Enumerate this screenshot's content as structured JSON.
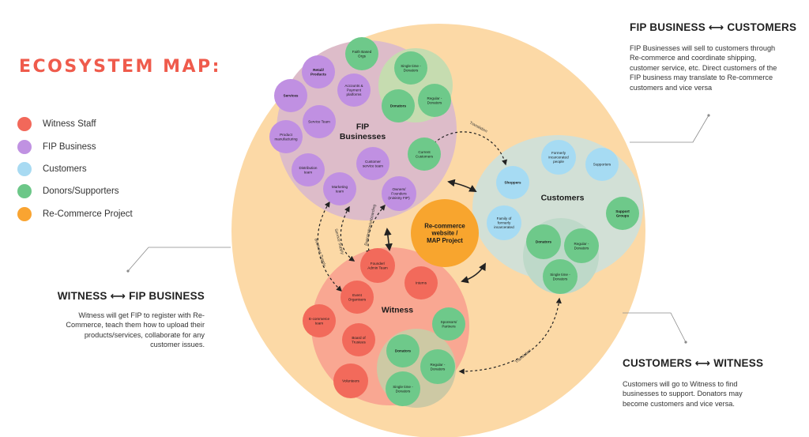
{
  "title": "ECOSYSTEM MAP:",
  "legend": [
    {
      "label": "Witness Staff",
      "color": "#f2685a"
    },
    {
      "label": "FIP Business",
      "color": "#c092e2"
    },
    {
      "label": "Customers",
      "color": "#a8daf2"
    },
    {
      "label": "Donors/Supporters",
      "color": "#6cc788"
    },
    {
      "label": "Re-Commerce Project",
      "color": "#f9a431"
    }
  ],
  "callouts": {
    "fip_customers": {
      "title": "FIP BUSINESS ⟷ CUSTOMERS",
      "lines": [
        "FIP Businesses will sell to customers through",
        "Re-commerce and coordinate shipping,",
        "customer service, etc. Direct customers of the",
        "FIP business may translate to Re-commerce",
        "customers and vice versa"
      ]
    },
    "witness_fip": {
      "title": "WITNESS ⟷ FIP BUSINESS",
      "lines": [
        "Witness will get FIP to register with Re-",
        "Commerce, teach them how to upload their",
        "products/services, collaborate for any",
        "customer issues."
      ]
    },
    "customers_witness": {
      "title": "CUSTOMERS ⟷ WITNESS",
      "lines": [
        "Customers will go to Witness to find",
        "businesses to support. Donators may",
        "become customers and vice versa."
      ]
    }
  },
  "colors": {
    "ecosystem_bg": "#fcd9a6",
    "fip_group": "#ddbcc9",
    "customers_group": "#d2e0d6",
    "witness_group": "#f9a792",
    "donor_group_fip": "#c6dcb0",
    "donor_group_customers": "#bed9c9",
    "donor_group_witness": "#cdc9a4",
    "fip_node": "#c090e2",
    "customer_node": "#a6dbf3",
    "donor_node": "#6ec98a",
    "witness_node": "#f26a5b",
    "recommerce_node": "#f8a52e"
  },
  "groups": {
    "fip": "FIP\nBusinesses",
    "customers": "Customers",
    "witness": "Witness"
  },
  "center": "Re-commerce\nwebsite /\nMAP Project",
  "nodes": {
    "fip": [
      "Retail/\nProducts",
      "Services",
      "Accounts &\nPayment\nplatforms",
      "Service Team",
      "Product\nmanufacturing",
      "Distribution\nteam",
      "Customer\nservice team",
      "Marketing\nteam",
      "Owners/\nFounders\n(ministry FIP)"
    ],
    "fip_donors": [
      "Faith Based\nOrgs",
      "Single time -\nDonators",
      "Donators",
      "Regular -\nDonators",
      "Current\nCustomers"
    ],
    "customers": [
      "Shoppers",
      "Formerly\nincarcerated\npeople",
      "Supporters",
      "Family of\nformerly\nincarcerated"
    ],
    "customers_donors": [
      "Support\nGroups",
      "Donators",
      "Regular -\nDonators",
      "Single time -\nDonators"
    ],
    "witness": [
      "Founder/\nAdmin Team",
      "Interns",
      "Event\nOrganisers",
      "E-commerce\nteam",
      "Board of\nTrustees",
      "Volunteers"
    ],
    "witness_donors": [
      "Sponsors/\nPartners",
      "Donators",
      "Regular -\nDonators",
      "Single time -\nDonators"
    ]
  },
  "arrow_labels": {
    "translation_top": "Translation",
    "translation_bottom": "Translation",
    "business_supply": "Business Supply",
    "registration_onboarding": "Registration/onboarding",
    "service_supply": "Service Supply"
  }
}
